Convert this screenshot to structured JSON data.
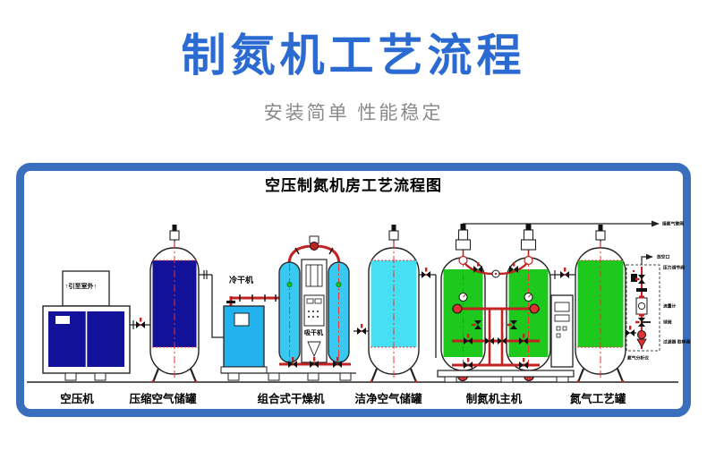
{
  "page": {
    "title": "制氮机工艺流程",
    "subtitle": "安装简单  性能稳定",
    "colors": {
      "title_blue": "#2a6ad1",
      "frame_blue": "#3a6fbe",
      "subtitle_gray": "#8a8a8a",
      "tank_navy": "#111199",
      "dryer_cyan": "#22b3ef",
      "column_cyan": "#39c8f1",
      "clean_cyan": "#46e0f2",
      "vessel_green": "#1ec91e",
      "pipe_red": "#c22222"
    }
  },
  "diagram": {
    "title": "空压制氮机房工艺流程图",
    "equipment_labels": [
      "空压机",
      "压缩空气储罐",
      "组合式干燥机",
      "洁净空气储罐",
      "制氮机主机",
      "氮气工艺罐"
    ],
    "component_labels": {
      "outdoor_vent": "↑引至室外↑",
      "cold_dryer": "冷干机",
      "adsorption_dryer": "吸干机"
    },
    "annotations": {
      "n2_outlet": "接氮气管网",
      "vent": "放空口",
      "pressure_valve": "压力调节阀",
      "flow_meter": "流量计",
      "ball_valve": "球阀",
      "filter_group": "过滤器 取样阀",
      "analyzer": "氮气分析仪"
    }
  }
}
